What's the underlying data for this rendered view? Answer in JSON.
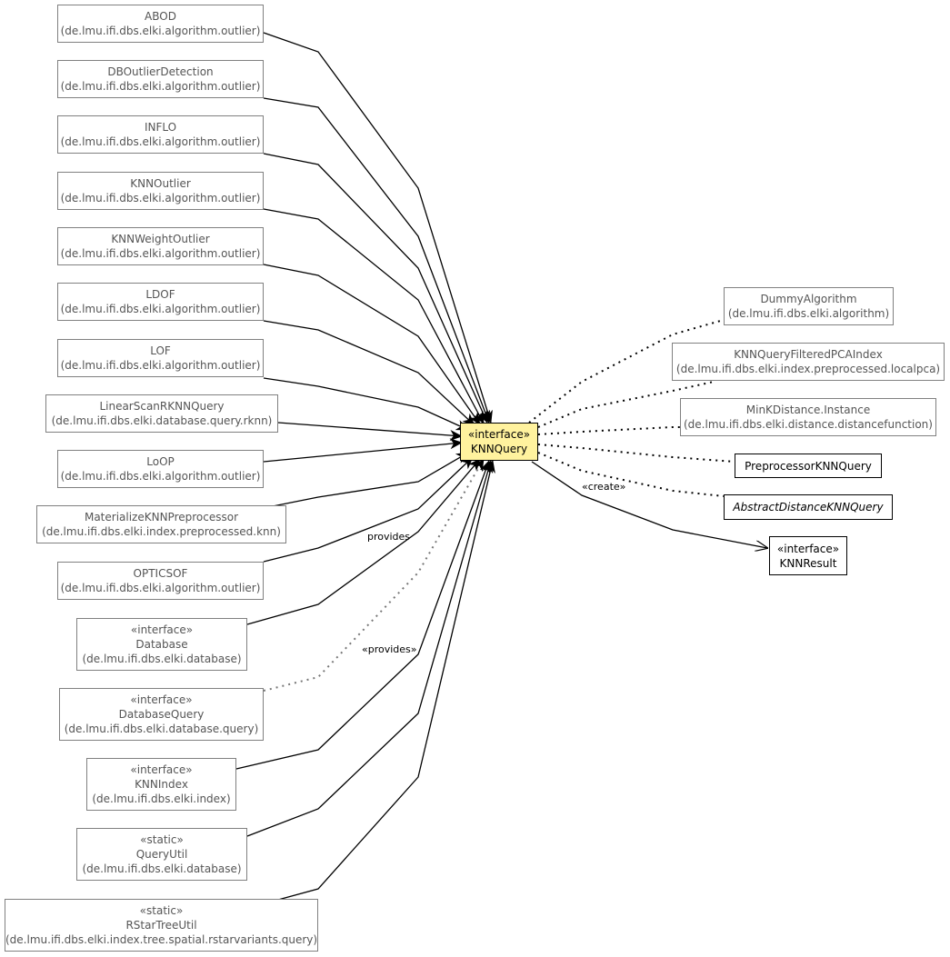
{
  "focus": {
    "stereotype": "«interface»",
    "name": "KNNQuery"
  },
  "nodes": [
    {
      "name": "ABOD",
      "pkg": "(de.lmu.ifi.dbs.elki.algorithm.outlier)"
    },
    {
      "name": "DBOutlierDetection",
      "pkg": "(de.lmu.ifi.dbs.elki.algorithm.outlier)"
    },
    {
      "name": "INFLO",
      "pkg": "(de.lmu.ifi.dbs.elki.algorithm.outlier)"
    },
    {
      "name": "KNNOutlier",
      "pkg": "(de.lmu.ifi.dbs.elki.algorithm.outlier)"
    },
    {
      "name": "KNNWeightOutlier",
      "pkg": "(de.lmu.ifi.dbs.elki.algorithm.outlier)"
    },
    {
      "name": "LDOF",
      "pkg": "(de.lmu.ifi.dbs.elki.algorithm.outlier)"
    },
    {
      "name": "LOF",
      "pkg": "(de.lmu.ifi.dbs.elki.algorithm.outlier)"
    },
    {
      "name": "LinearScanRKNNQuery",
      "pkg": "(de.lmu.ifi.dbs.elki.database.query.rknn)"
    },
    {
      "name": "LoOP",
      "pkg": "(de.lmu.ifi.dbs.elki.algorithm.outlier)"
    },
    {
      "name": "MaterializeKNNPreprocessor",
      "pkg": "(de.lmu.ifi.dbs.elki.index.preprocessed.knn)"
    },
    {
      "name": "OPTICSOF",
      "pkg": "(de.lmu.ifi.dbs.elki.algorithm.outlier)"
    },
    {
      "stereotype": "«interface»",
      "name": "Database",
      "pkg": "(de.lmu.ifi.dbs.elki.database)"
    },
    {
      "stereotype": "«interface»",
      "name": "DatabaseQuery",
      "pkg": "(de.lmu.ifi.dbs.elki.database.query)"
    },
    {
      "stereotype": "«interface»",
      "name": "KNNIndex",
      "pkg": "(de.lmu.ifi.dbs.elki.index)"
    },
    {
      "stereotype": "«static»",
      "name": "QueryUtil",
      "pkg": "(de.lmu.ifi.dbs.elki.database)"
    },
    {
      "stereotype": "«static»",
      "name": "RStarTreeUtil",
      "pkg": "(de.lmu.ifi.dbs.elki.index.tree.spatial.rstarvariants.query)"
    },
    {
      "name": "DummyAlgorithm",
      "pkg": "(de.lmu.ifi.dbs.elki.algorithm)"
    },
    {
      "name": "KNNQueryFilteredPCAIndex",
      "pkg": "(de.lmu.ifi.dbs.elki.index.preprocessed.localpca)"
    },
    {
      "name": "MinKDistance.Instance",
      "pkg": "(de.lmu.ifi.dbs.elki.distance.distancefunction)"
    },
    {
      "name": "PreprocessorKNNQuery"
    },
    {
      "name": "AbstractDistanceKNNQuery"
    },
    {
      "stereotype": "«interface»",
      "name": "KNNResult"
    }
  ],
  "edge_labels": {
    "provides": "provides",
    "provides_stereo": "«provides»",
    "create": "«create»"
  }
}
